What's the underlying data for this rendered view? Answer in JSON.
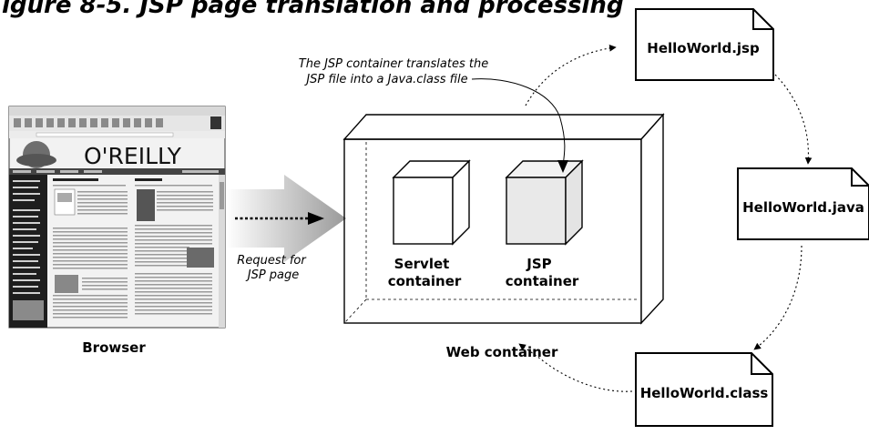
{
  "heading": "igure 8-5. JSP page translation and processing",
  "annotation": {
    "line1": "The JSP container translates the",
    "line2": "JSP file into a Java.class file"
  },
  "request_label": {
    "line1": "Request for",
    "line2": "JSP page"
  },
  "browser": {
    "label": "Browser",
    "logo": "O'REILLY"
  },
  "web_container": {
    "label": "Web container",
    "servlet": {
      "line1": "Servlet",
      "line2": "container"
    },
    "jsp": {
      "line1": "JSP",
      "line2": "container"
    }
  },
  "files": {
    "jsp": "HelloWorld.jsp",
    "java": "HelloWorld.java",
    "class": "HelloWorld.class"
  }
}
